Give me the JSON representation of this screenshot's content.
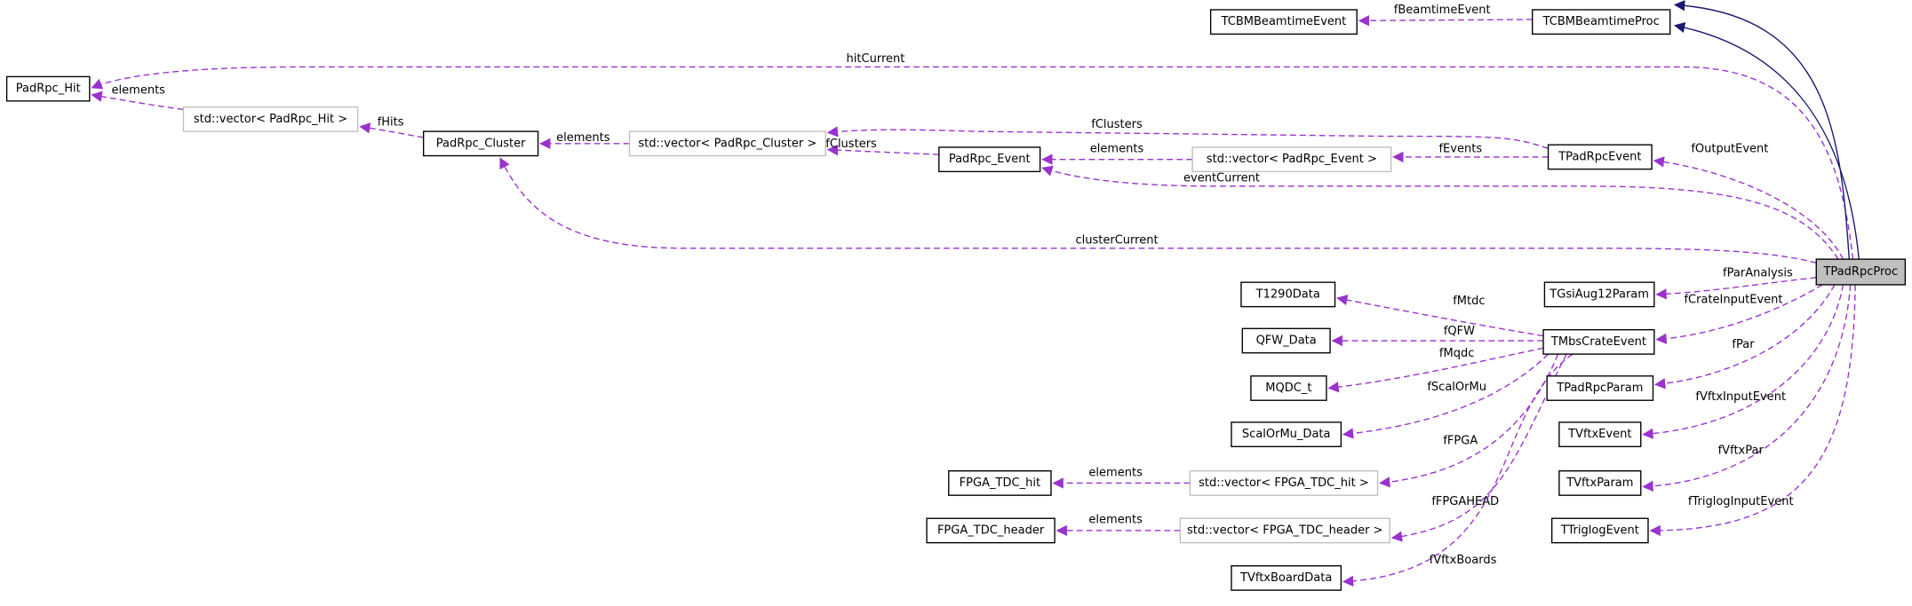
{
  "title": "TPadRpcProc collaboration diagram",
  "colors": {
    "usage": "#9a32cd",
    "inheritance": "#191970",
    "focus_fill": "#bfbfbf",
    "template_border": "#bfbfbf"
  },
  "nodes": [
    {
      "id": "PadRpc_Hit",
      "label": "PadRpc_Hit",
      "style": "normal"
    },
    {
      "id": "vecHit",
      "label": "std::vector< PadRpc_Hit >",
      "style": "template"
    },
    {
      "id": "PadRpc_Cluster",
      "label": "PadRpc_Cluster",
      "style": "normal"
    },
    {
      "id": "vecCluster",
      "label": "std::vector< PadRpc_Cluster >",
      "style": "template"
    },
    {
      "id": "PadRpc_Event",
      "label": "PadRpc_Event",
      "style": "normal"
    },
    {
      "id": "vecEvent",
      "label": "std::vector< PadRpc_Event >",
      "style": "template"
    },
    {
      "id": "TPadRpcEvent",
      "label": "TPadRpcEvent",
      "style": "normal"
    },
    {
      "id": "TCBMBeamtimeEvent",
      "label": "TCBMBeamtimeEvent",
      "style": "normal"
    },
    {
      "id": "TCBMBeamtimeProc",
      "label": "TCBMBeamtimeProc",
      "style": "normal"
    },
    {
      "id": "TPadRpcProc",
      "label": "TPadRpcProc",
      "style": "focus"
    },
    {
      "id": "TGsiAug12Param",
      "label": "TGsiAug12Param",
      "style": "normal"
    },
    {
      "id": "T1290Data",
      "label": "T1290Data",
      "style": "normal"
    },
    {
      "id": "QFW_Data",
      "label": "QFW_Data",
      "style": "normal"
    },
    {
      "id": "TMbsCrateEvent",
      "label": "TMbsCrateEvent",
      "style": "normal"
    },
    {
      "id": "MQDC_t",
      "label": "MQDC_t",
      "style": "normal"
    },
    {
      "id": "TPadRpcParam",
      "label": "TPadRpcParam",
      "style": "normal"
    },
    {
      "id": "ScalOrMu_Data",
      "label": "ScalOrMu_Data",
      "style": "normal"
    },
    {
      "id": "TVftxEvent",
      "label": "TVftxEvent",
      "style": "normal"
    },
    {
      "id": "FPGA_TDC_hit",
      "label": "FPGA_TDC_hit",
      "style": "normal"
    },
    {
      "id": "vecTdcHit",
      "label": "std::vector< FPGA_TDC_hit >",
      "style": "template"
    },
    {
      "id": "TVftxParam",
      "label": "TVftxParam",
      "style": "normal"
    },
    {
      "id": "FPGA_TDC_header",
      "label": "FPGA_TDC_header",
      "style": "normal"
    },
    {
      "id": "vecTdcHeader",
      "label": "std::vector< FPGA_TDC_header >",
      "style": "template"
    },
    {
      "id": "TTriglogEvent",
      "label": "TTriglogEvent",
      "style": "normal"
    },
    {
      "id": "TVftxBoardData",
      "label": "TVftxBoardData",
      "style": "normal"
    }
  ],
  "edges": [
    {
      "from": "TPadRpcProc",
      "to": "PadRpc_Hit",
      "label": "hitCurrent",
      "kind": "usage"
    },
    {
      "from": "vecHit",
      "to": "PadRpc_Hit",
      "label": "elements",
      "kind": "usage"
    },
    {
      "from": "PadRpc_Cluster",
      "to": "vecHit",
      "label": "fHits",
      "kind": "usage"
    },
    {
      "from": "vecCluster",
      "to": "PadRpc_Cluster",
      "label": "elements",
      "kind": "usage"
    },
    {
      "from": "PadRpc_Event",
      "to": "vecCluster",
      "label": "fClusters",
      "kind": "usage"
    },
    {
      "from": "TPadRpcEvent",
      "to": "vecCluster",
      "label": "fClusters",
      "kind": "usage"
    },
    {
      "from": "vecEvent",
      "to": "PadRpc_Event",
      "label": "elements",
      "kind": "usage"
    },
    {
      "from": "TPadRpcEvent",
      "to": "vecEvent",
      "label": "fEvents",
      "kind": "usage"
    },
    {
      "from": "TPadRpcProc",
      "to": "PadRpc_Event",
      "label": "eventCurrent",
      "kind": "usage"
    },
    {
      "from": "TPadRpcProc",
      "to": "PadRpc_Cluster",
      "label": "clusterCurrent",
      "kind": "usage"
    },
    {
      "from": "TPadRpcProc",
      "to": "TPadRpcEvent",
      "label": "fOutputEvent",
      "kind": "usage"
    },
    {
      "from": "TCBMBeamtimeProc",
      "to": "TCBMBeamtimeEvent",
      "label": "fBeamtimeEvent",
      "kind": "usage"
    },
    {
      "from": "TPadRpcProc",
      "to": "TCBMBeamtimeProc",
      "label": "",
      "kind": "inheritance"
    },
    {
      "from": "TPadRpcProc",
      "to": "TCBMBeamtimeProc",
      "label": "",
      "kind": "inheritance"
    },
    {
      "from": "TPadRpcProc",
      "to": "TGsiAug12Param",
      "label": "fParAnalysis",
      "kind": "usage"
    },
    {
      "from": "TPadRpcProc",
      "to": "TMbsCrateEvent",
      "label": "fCrateInputEvent",
      "kind": "usage"
    },
    {
      "from": "TPadRpcProc",
      "to": "TPadRpcParam",
      "label": "fPar",
      "kind": "usage"
    },
    {
      "from": "TPadRpcProc",
      "to": "TVftxEvent",
      "label": "fVftxInputEvent",
      "kind": "usage"
    },
    {
      "from": "TPadRpcProc",
      "to": "TVftxParam",
      "label": "fVftxPar",
      "kind": "usage"
    },
    {
      "from": "TPadRpcProc",
      "to": "TTriglogEvent",
      "label": "fTriglogInputEvent",
      "kind": "usage"
    },
    {
      "from": "TMbsCrateEvent",
      "to": "T1290Data",
      "label": "fMtdc",
      "kind": "usage"
    },
    {
      "from": "TMbsCrateEvent",
      "to": "QFW_Data",
      "label": "fQFW",
      "kind": "usage"
    },
    {
      "from": "TMbsCrateEvent",
      "to": "MQDC_t",
      "label": "fMqdc",
      "kind": "usage"
    },
    {
      "from": "TMbsCrateEvent",
      "to": "ScalOrMu_Data",
      "label": "fScalOrMu",
      "kind": "usage"
    },
    {
      "from": "TMbsCrateEvent",
      "to": "vecTdcHit",
      "label": "fFPGA",
      "kind": "usage"
    },
    {
      "from": "TMbsCrateEvent",
      "to": "vecTdcHeader",
      "label": "fFPGAHEAD",
      "kind": "usage"
    },
    {
      "from": "TMbsCrateEvent",
      "to": "TVftxBoardData",
      "label": "fVftxBoards",
      "kind": "usage"
    },
    {
      "from": "vecTdcHit",
      "to": "FPGA_TDC_hit",
      "label": "elements",
      "kind": "usage"
    },
    {
      "from": "vecTdcHeader",
      "to": "FPGA_TDC_header",
      "label": "elements",
      "kind": "usage"
    }
  ]
}
